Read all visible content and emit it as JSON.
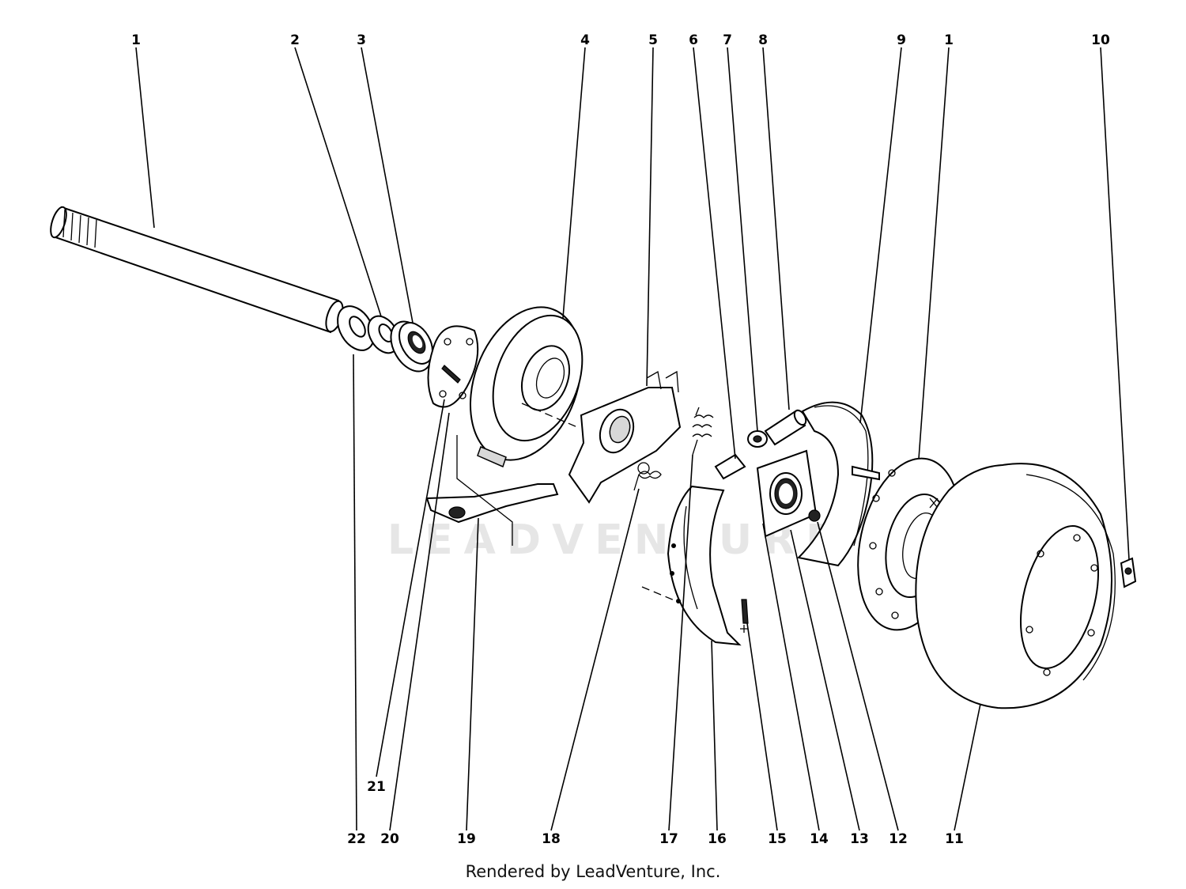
{
  "watermark": "LEADVENTURE",
  "footer": "Rendered by LeadVenture, Inc.",
  "callouts": {
    "c1a": "1",
    "c2": "2",
    "c3": "3",
    "c4": "4",
    "c5": "5",
    "c6": "6",
    "c7": "7",
    "c8": "8",
    "c9": "9",
    "c1b": "1",
    "c10": "10",
    "c21": "21",
    "c22": "22",
    "c20": "20",
    "c19": "19",
    "c18": "18",
    "c17": "17",
    "c16": "16",
    "c15": "15",
    "c14": "14",
    "c13": "13",
    "c12": "12",
    "c11": "11"
  }
}
